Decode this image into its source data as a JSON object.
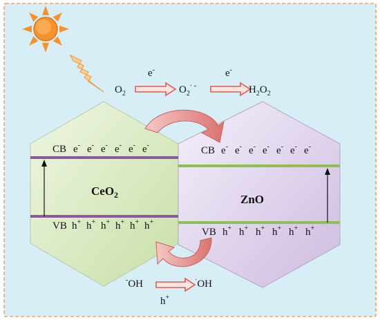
{
  "colors": {
    "frame_fill": "#d8eef6",
    "frame_border": "#f0a060",
    "ceo2_fill": "#dcebc4",
    "zno_fill": "#e4daee",
    "ceo2_band": "#8a5a9c",
    "zno_band": "#8cc152",
    "reaction_arrow": "#e05a50",
    "curved_arrow": "#e39a98",
    "sun": "#f6922e"
  },
  "icons": {
    "sun": "sun-icon",
    "lightning": "lightning-bolt-icon"
  },
  "reactions": {
    "top": {
      "reactant": "O",
      "reactant_sub": "2",
      "electron_1": "e",
      "electron_1_sup": "-",
      "middle": "O",
      "middle_sub": "2",
      "middle_sup": "· -",
      "electron_2": "e",
      "electron_2_sup": "-",
      "product": "H",
      "product_sub_1": "2",
      "product_2": "O",
      "product_sub_2": "2"
    },
    "bottom": {
      "reactant_sup": "-",
      "reactant": "OH",
      "product_sup": "·",
      "product": "OH",
      "hole": "h",
      "hole_sup": "+"
    }
  },
  "ceo2": {
    "name": "CeO",
    "name_sub": "2",
    "cb_label": "CB",
    "vb_label": "VB",
    "electron": "e",
    "electron_sup": "-",
    "electron_count": 6,
    "hole": "h",
    "hole_sup": "+",
    "hole_count": 6
  },
  "zno": {
    "name": "ZnO",
    "cb_label": "CB",
    "vb_label": "VB",
    "electron": "e",
    "electron_sup": "-",
    "electron_count": 7,
    "hole": "h",
    "hole_sup": "+",
    "hole_count": 6
  }
}
